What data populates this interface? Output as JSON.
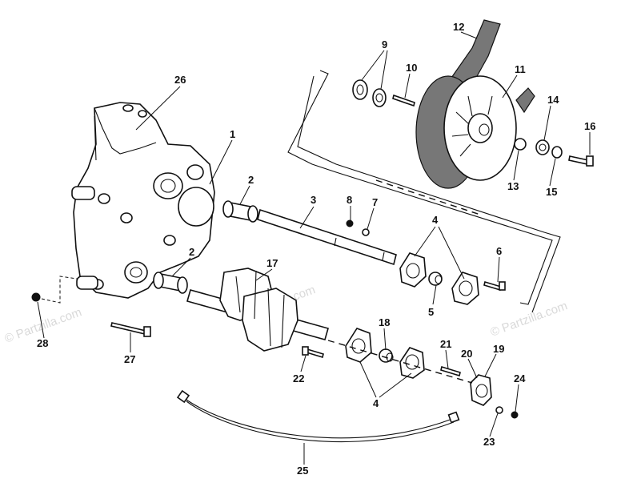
{
  "watermark": "© Partzilla.com",
  "callouts": [
    {
      "id": "c1",
      "label": "1"
    },
    {
      "id": "c2a",
      "label": "2"
    },
    {
      "id": "c2b",
      "label": "2"
    },
    {
      "id": "c3",
      "label": "3"
    },
    {
      "id": "c4a",
      "label": "4"
    },
    {
      "id": "c4b",
      "label": "4"
    },
    {
      "id": "c5",
      "label": "5"
    },
    {
      "id": "c6",
      "label": "6"
    },
    {
      "id": "c7",
      "label": "7"
    },
    {
      "id": "c8",
      "label": "8"
    },
    {
      "id": "c9",
      "label": "9"
    },
    {
      "id": "c10",
      "label": "10"
    },
    {
      "id": "c11",
      "label": "11"
    },
    {
      "id": "c12",
      "label": "12"
    },
    {
      "id": "c13",
      "label": "13"
    },
    {
      "id": "c14",
      "label": "14"
    },
    {
      "id": "c15",
      "label": "15"
    },
    {
      "id": "c16",
      "label": "16"
    },
    {
      "id": "c17",
      "label": "17"
    },
    {
      "id": "c18",
      "label": "18"
    },
    {
      "id": "c19",
      "label": "19"
    },
    {
      "id": "c20",
      "label": "20"
    },
    {
      "id": "c21",
      "label": "21"
    },
    {
      "id": "c22",
      "label": "22"
    },
    {
      "id": "c23",
      "label": "23"
    },
    {
      "id": "c24",
      "label": "24"
    },
    {
      "id": "c25",
      "label": "25"
    },
    {
      "id": "c26",
      "label": "26"
    },
    {
      "id": "c27",
      "label": "27"
    },
    {
      "id": "c28",
      "label": "28"
    }
  ]
}
